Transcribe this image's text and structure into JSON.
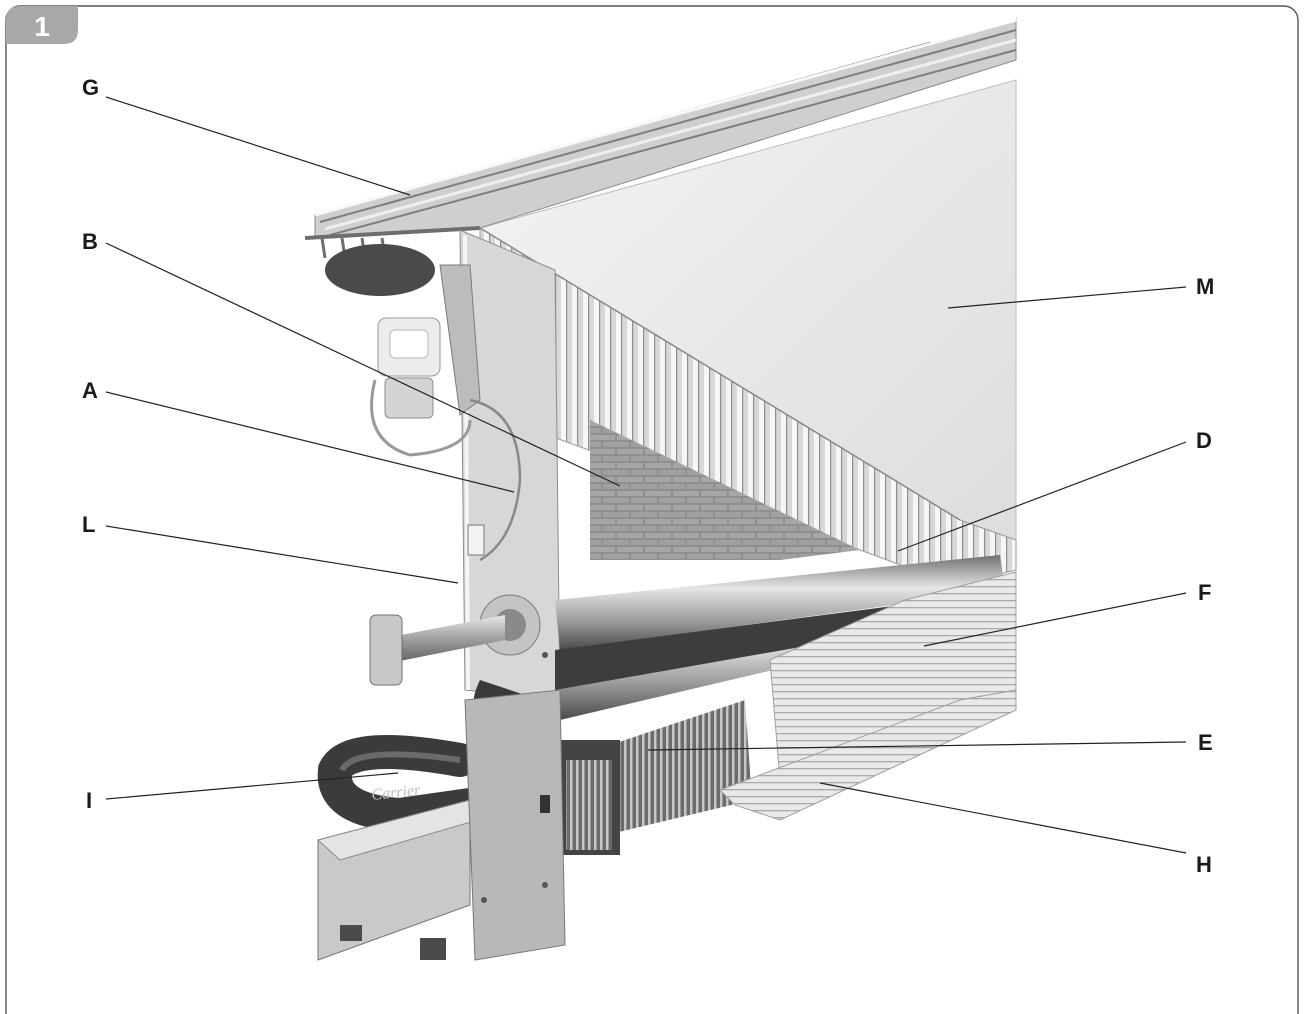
{
  "figure": {
    "number": "1",
    "frame_color": "#555555",
    "badge_color": "#a8a8a8"
  },
  "callouts": [
    {
      "id": "G",
      "label": "G"
    },
    {
      "id": "B",
      "label": "B"
    },
    {
      "id": "A",
      "label": "A"
    },
    {
      "id": "L",
      "label": "L"
    },
    {
      "id": "I",
      "label": "I"
    },
    {
      "id": "M",
      "label": "M"
    },
    {
      "id": "D",
      "label": "D"
    },
    {
      "id": "F",
      "label": "F"
    },
    {
      "id": "E",
      "label": "E"
    },
    {
      "id": "H",
      "label": "H"
    }
  ],
  "illustration": {
    "logo_text": "Carrier"
  }
}
